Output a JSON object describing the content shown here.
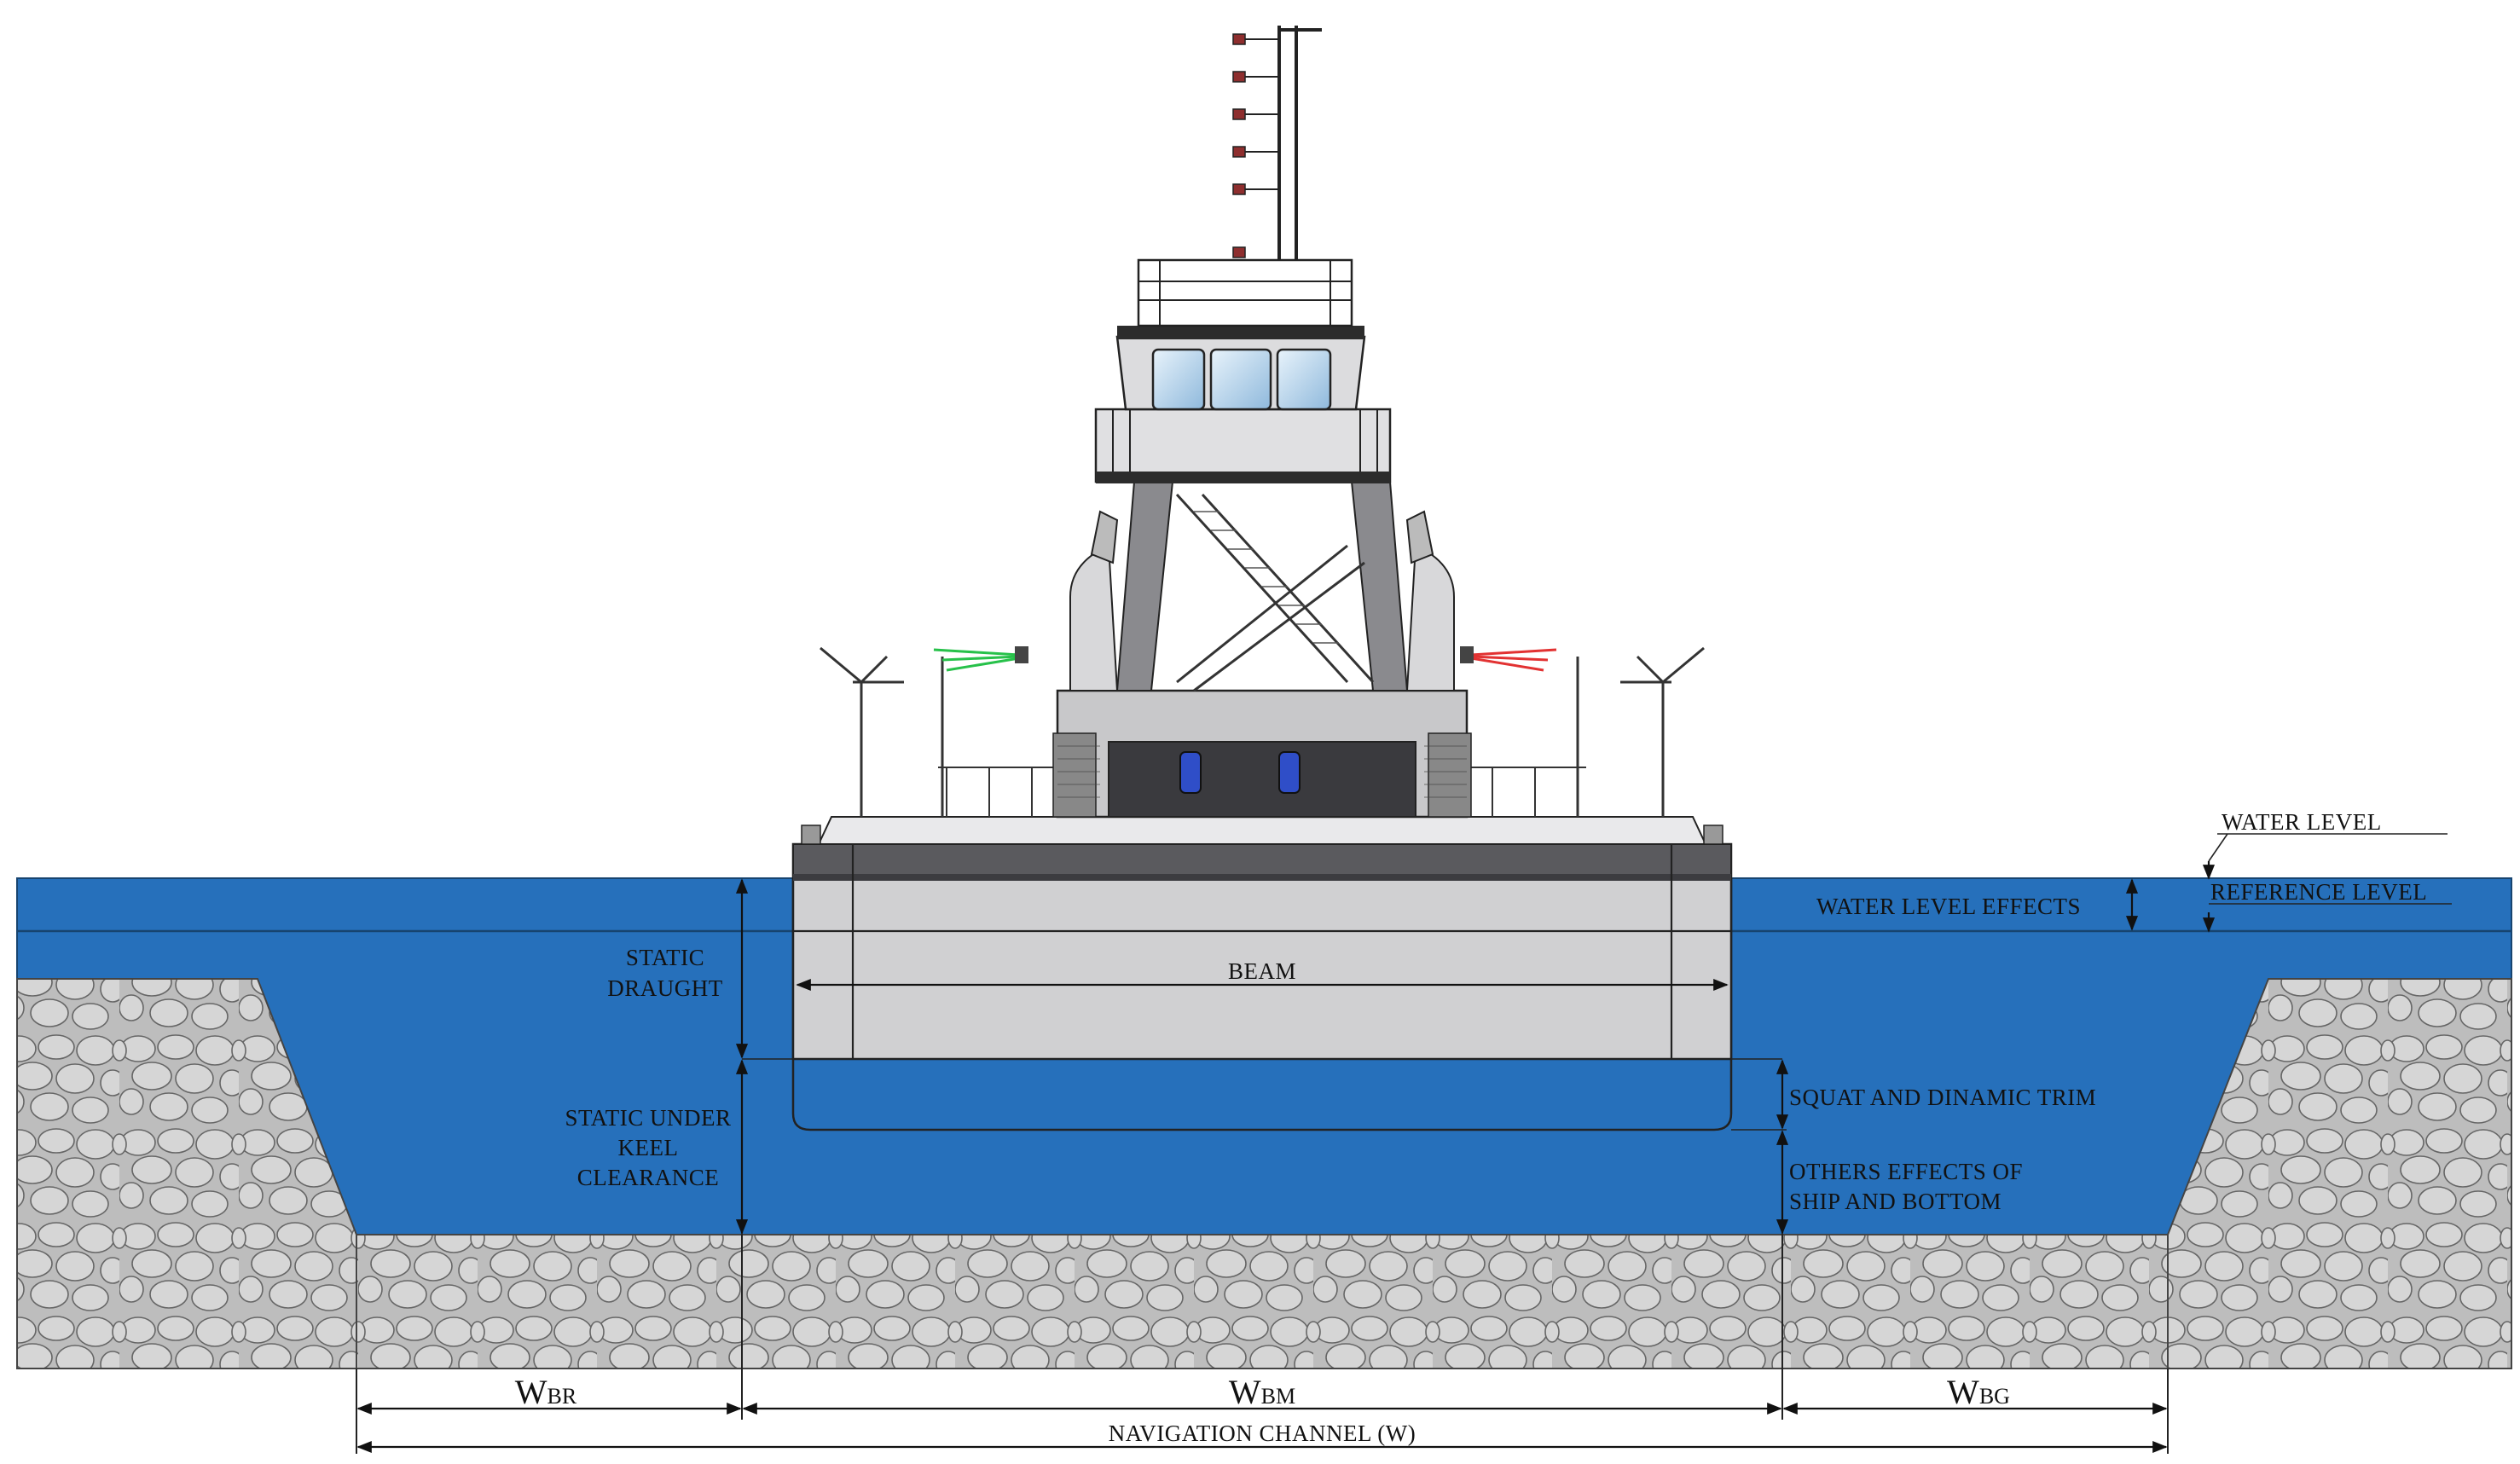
{
  "colors": {
    "water": "#2670bb",
    "water_stroke": "#17446f",
    "hull": "#d0d0d2",
    "hull_dark": "#5a5a5e",
    "deck": "#e9e9eb",
    "stone_bg": "#bfbfbf",
    "stone_fill": "#d4d4d4",
    "stone_stroke": "#6a6a6a",
    "glass": "#bcd9ef",
    "nav_light_green": "#27c14a",
    "nav_light_red": "#e23232",
    "canister": "#2f4ec8"
  },
  "labels": {
    "water_level": "WATER LEVEL",
    "reference_level": "REFERENCE LEVEL",
    "water_level_effects": "WATER LEVEL EFFECTS",
    "static_draught_line1": "STATIC",
    "static_draught_line2": "DRAUGHT",
    "ukc_line1": "STATIC UNDER",
    "ukc_line2": "KEEL",
    "ukc_line3": "CLEARANCE",
    "beam": "BEAM",
    "squat": "SQUAT AND DINAMIC  TRIM",
    "others_line1": "OTHERS EFFECTS OF",
    "others_line2": "SHIP AND BOTTOM",
    "wbr_main": "W",
    "wbr_sub": "BR",
    "wbm_main": "W",
    "wbm_sub": "BM",
    "wbg_main": "W",
    "wbg_sub": "BG",
    "navigation_channel": "NAVIGATION CHANNEL (W)"
  }
}
